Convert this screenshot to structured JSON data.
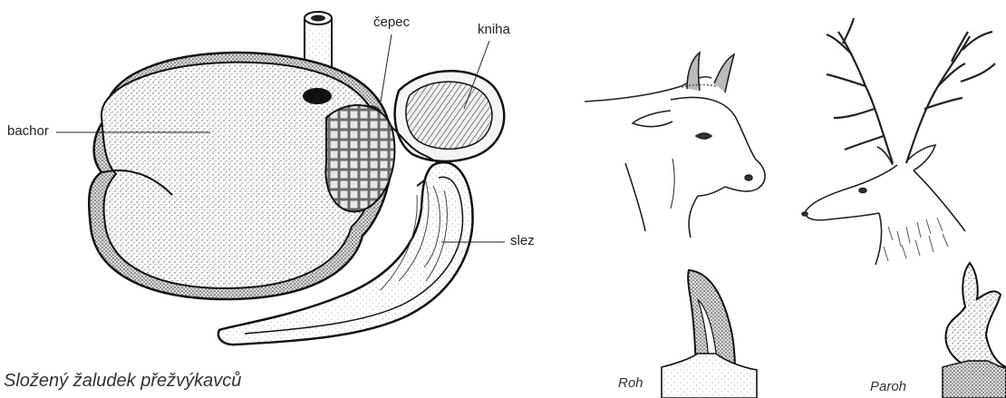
{
  "stomach": {
    "caption": "Složený žaludek přežvýkavců",
    "labels": {
      "bachor": "bachor",
      "cepec": "čepec",
      "kniha": "kniha",
      "slez": "slez"
    }
  },
  "horns": {
    "roh_caption": "Roh",
    "paroh_caption": "Paroh"
  }
}
